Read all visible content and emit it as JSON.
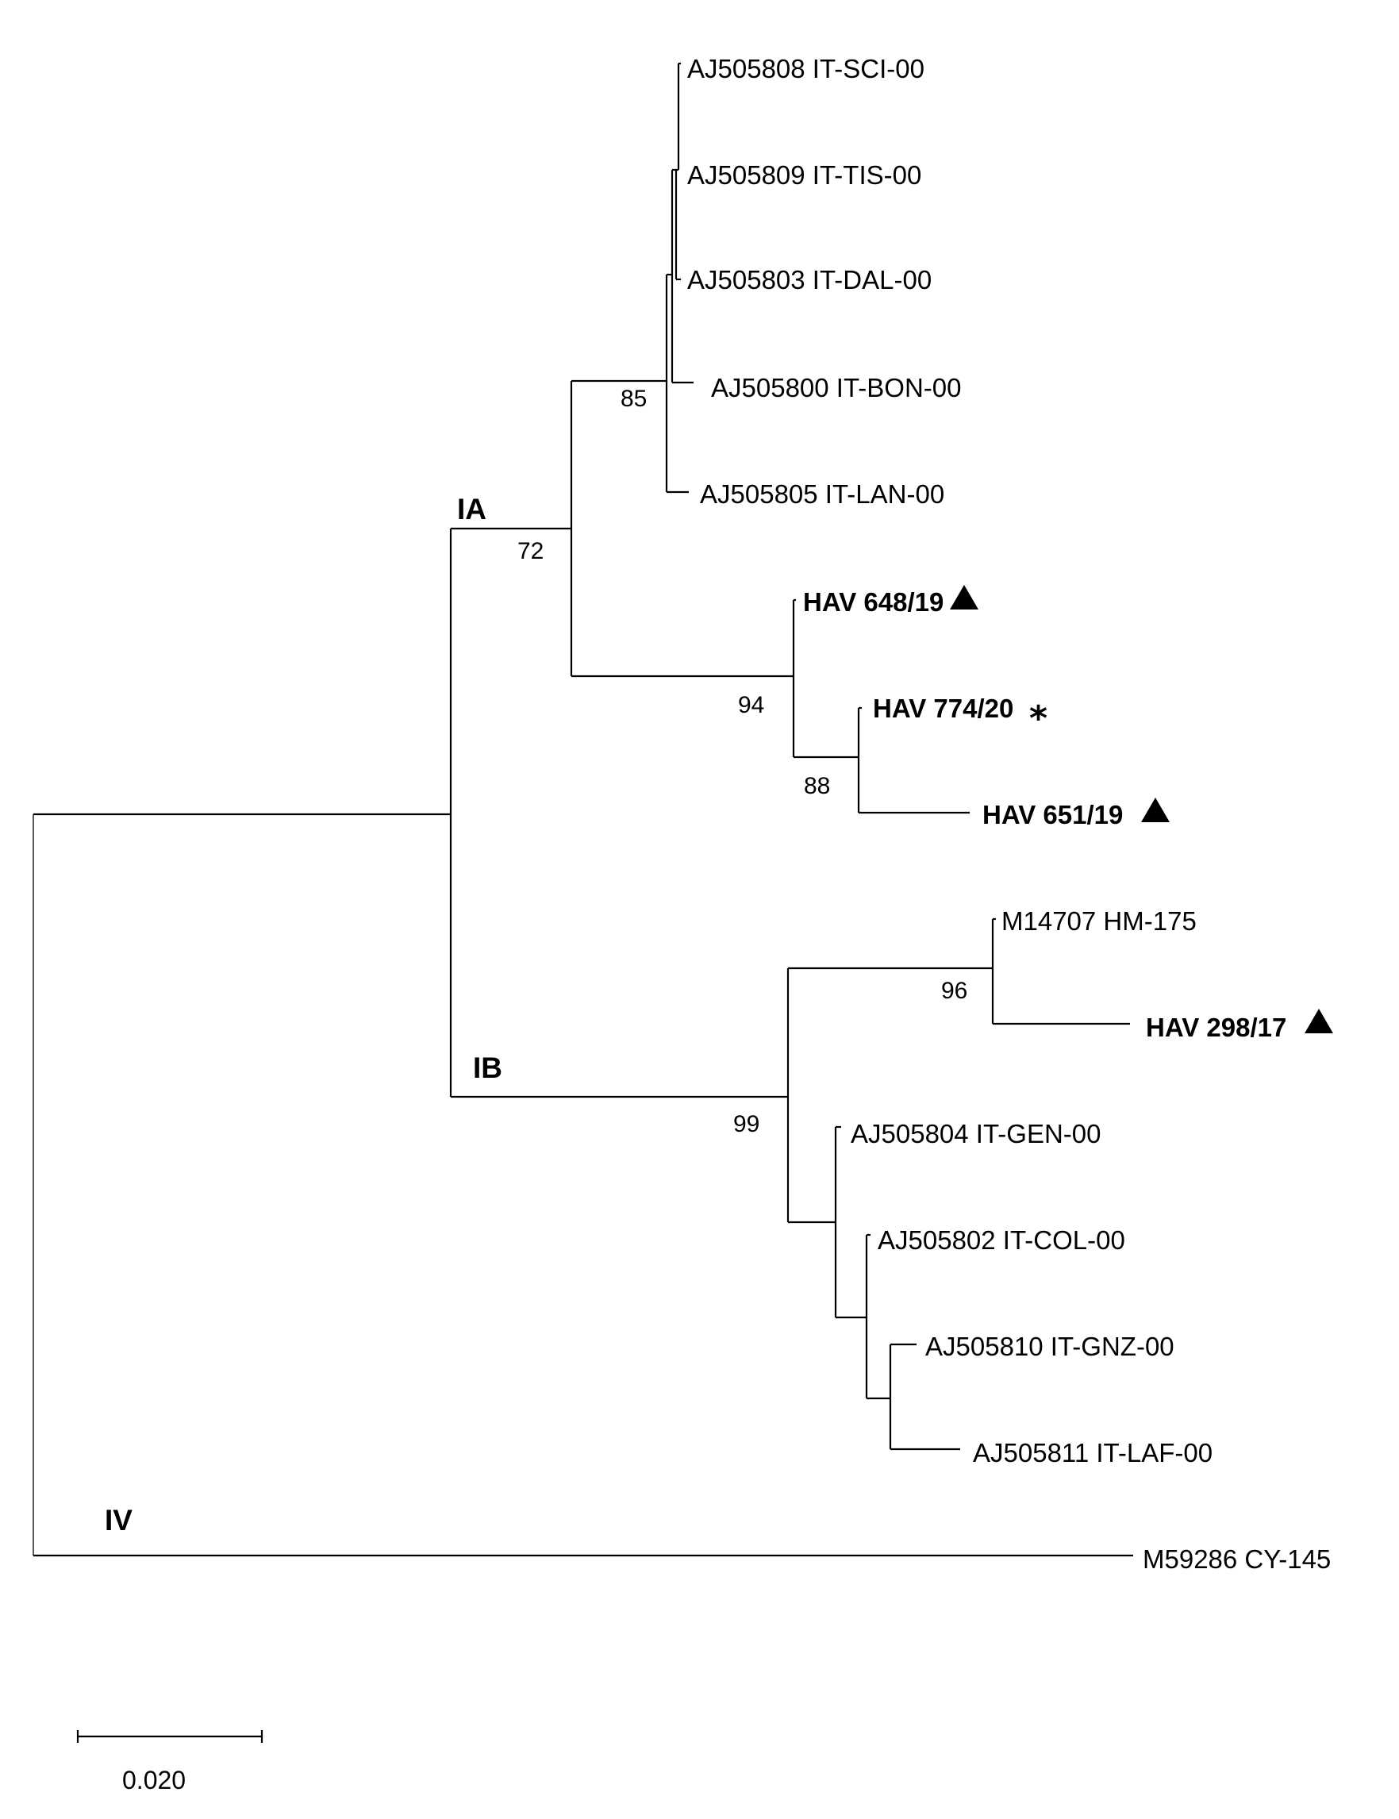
{
  "taxa": {
    "t1": "AJ505808 IT-SCI-00",
    "t2": "AJ505809 IT-TIS-00",
    "t3": "AJ505803 IT-DAL-00",
    "t4": "AJ505800 IT-BON-00",
    "t5": "AJ505805 IT-LAN-00",
    "t6": "HAV 648/19",
    "t7": "HAV 774/20",
    "t8": "HAV 651/19",
    "t9": "M14707 HM-175",
    "t10": "HAV 298/17",
    "t11": "AJ505804 IT-GEN-00",
    "t12": "AJ505802 IT-COL-00",
    "t13": "AJ505810 IT-GNZ-00",
    "t14": "AJ505811 IT-LAF-00",
    "t15": "M59286 CY-145"
  },
  "bootstrap": {
    "b85": "85",
    "b72": "72",
    "b94": "94",
    "b88": "88",
    "b96": "96",
    "b99": "99"
  },
  "clades": {
    "ia": "IA",
    "ib": "IB",
    "iv": "IV"
  },
  "markers": {
    "asterisk": "*"
  },
  "scale_bar": {
    "label": "0.020"
  }
}
